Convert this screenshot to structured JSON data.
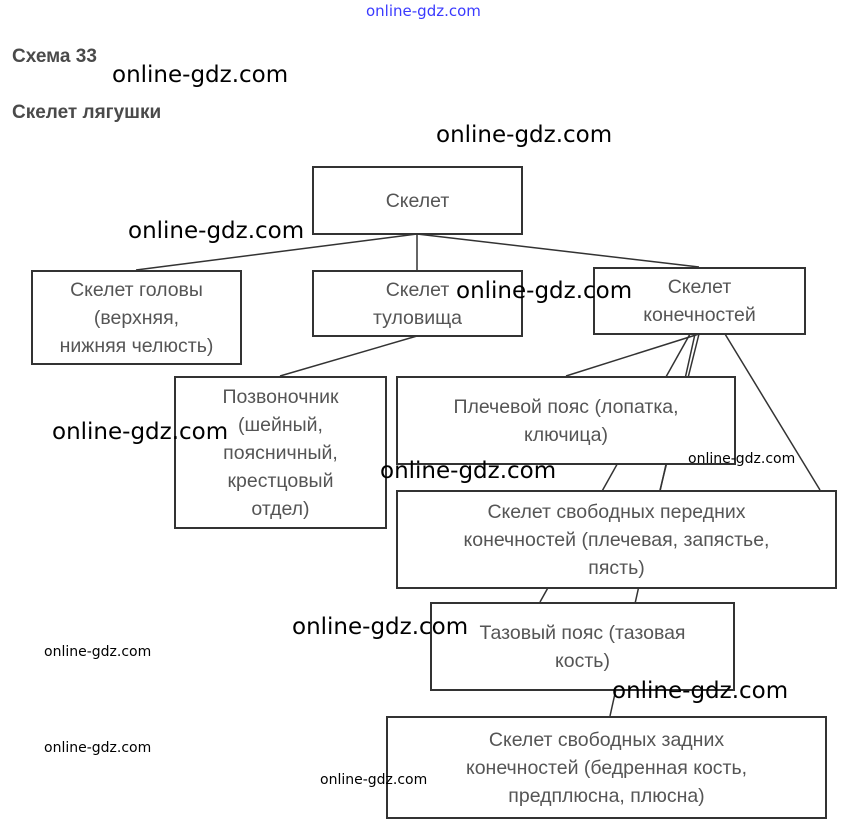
{
  "header": {
    "scheme": "Схема 33",
    "title": "Скелет лягушки"
  },
  "nodes": {
    "root": "Скелет",
    "head": "Скелет головы\n(верхняя,\nнижняя челюсть)",
    "trunk": "Скелет\nтуловища",
    "limbs": "Скелет\nконечностей",
    "spine": "Позвоночник\n(шейный,\nпоясничный,\nкрестцовый\nотдел)",
    "shoulder": "Плечевой пояс (лопатка,\nключица)",
    "front": "Скелет свободных передних\nконечностей (плечевая, запястье,\nпясть)",
    "pelvis": "Тазовый пояс (тазовая\nкость)",
    "hind": "Скелет свободных задних\nконечностей (бедренная кость,\nпредплюсна, плюсна)"
  },
  "watermarks": [
    "online-gdz.com",
    "online-gdz.com",
    "online-gdz.com",
    "online-gdz.com",
    "online-gdz.com",
    "online-gdz.com",
    "online-gdz.com",
    "online-gdz.com",
    "online-gdz.com",
    "online-gdz.com",
    "online-gdz.com",
    "online-gdz.com",
    "online-gdz.com"
  ]
}
